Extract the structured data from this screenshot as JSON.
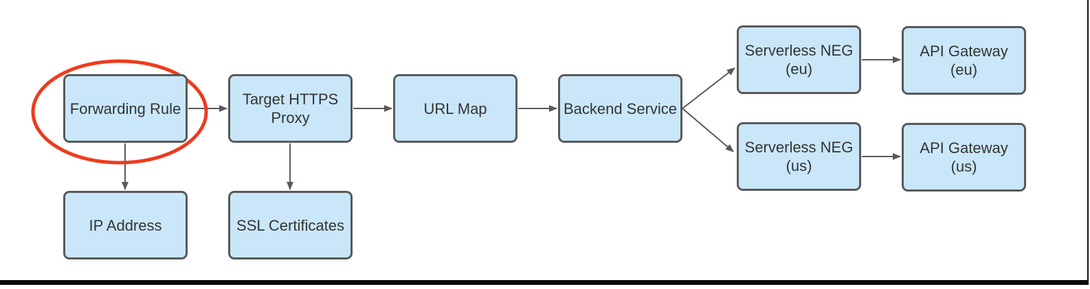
{
  "diagram": {
    "nodes": {
      "forwarding_rule": {
        "label": "Forwarding Rule",
        "highlighted": true
      },
      "target_https_proxy": {
        "label": "Target HTTPS\nProxy"
      },
      "url_map": {
        "label": "URL Map"
      },
      "backend_service": {
        "label": "Backend Service"
      },
      "serverless_neg_eu": {
        "label": "Serverless NEG\n(eu)"
      },
      "serverless_neg_us": {
        "label": "Serverless NEG\n(us)"
      },
      "api_gateway_eu": {
        "label": "API Gateway\n(eu)"
      },
      "api_gateway_us": {
        "label": "API Gateway\n(us)"
      },
      "ip_address": {
        "label": "IP Address"
      },
      "ssl_certificates": {
        "label": "SSL Certificates"
      }
    },
    "edges": [
      {
        "from": "forwarding_rule",
        "to": "target_https_proxy"
      },
      {
        "from": "target_https_proxy",
        "to": "url_map"
      },
      {
        "from": "url_map",
        "to": "backend_service"
      },
      {
        "from": "backend_service",
        "to": "serverless_neg_eu"
      },
      {
        "from": "backend_service",
        "to": "serverless_neg_us"
      },
      {
        "from": "serverless_neg_eu",
        "to": "api_gateway_eu"
      },
      {
        "from": "serverless_neg_us",
        "to": "api_gateway_us"
      },
      {
        "from": "forwarding_rule",
        "to": "ip_address"
      },
      {
        "from": "target_https_proxy",
        "to": "ssl_certificates"
      }
    ],
    "annotation": {
      "shape": "ellipse",
      "around": "forwarding_rule",
      "color": "#ee3b1e"
    },
    "colors": {
      "node_fill": "#c9e7f9",
      "node_border": "#58595b",
      "arrow": "#58595b",
      "text": "#343434",
      "highlight": "#ee3b1e",
      "background": "#ffffff"
    }
  }
}
